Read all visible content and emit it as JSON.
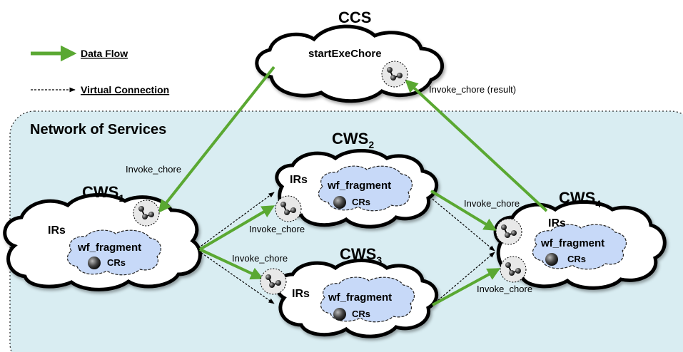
{
  "legend": {
    "data_flow": "Data Flow",
    "virtual_connection": "Virtual Connection"
  },
  "colors": {
    "data_flow": "#5aa832",
    "region_fill": "#d9edf2",
    "fragment_fill": "#c7d9f8"
  },
  "ccs": {
    "title": "CCS",
    "operation": "startExeChore",
    "result_label": "Invoke_chore (result)"
  },
  "network": {
    "label": "Network of Services"
  },
  "nodes": {
    "cws1": {
      "title": "CWS",
      "sub": "1",
      "irs": "IRs",
      "fragment": "wf_fragment",
      "crs": "CRs"
    },
    "cws2": {
      "title": "CWS",
      "sub": "2",
      "irs": "IRs",
      "fragment": "wf_fragment",
      "crs": "CRs"
    },
    "cws3": {
      "title": "CWS",
      "sub": "3",
      "irs": "IRs",
      "fragment": "wf_fragment",
      "crs": "CRs"
    },
    "cws4": {
      "title": "CWS",
      "sub": "4",
      "irs": "IRs",
      "fragment": "wf_fragment",
      "crs": "CRs"
    }
  },
  "edges": {
    "ccs_to_cws1": "Invoke_chore",
    "cws1_to_cws2": "Invoke_chore",
    "cws1_to_cws3": "Invoke_chore",
    "cws2_to_cws4": "Invoke_chore",
    "cws3_to_cws4": "Invoke_chore"
  }
}
